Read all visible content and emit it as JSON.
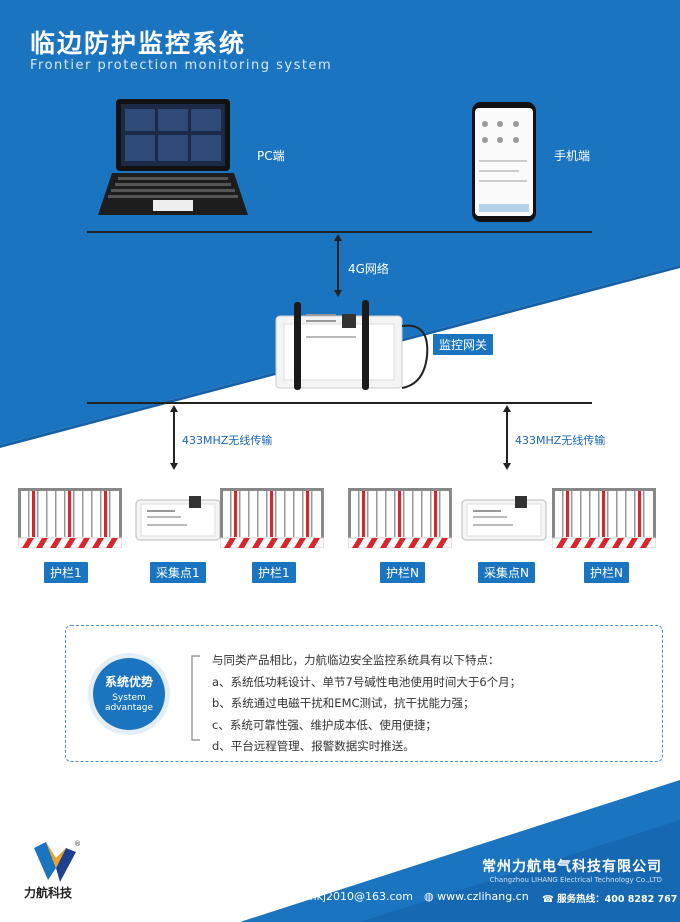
{
  "header": {
    "title": "临边防护监控系统",
    "subtitle": "Frontier protection monitoring system"
  },
  "devices": {
    "pc_label": "PC端",
    "phone_label": "手机端",
    "network_label": "4G网络",
    "gateway_label": "监控网关",
    "wireless_left": "433MHZ无线传输",
    "wireless_right": "433MHZ无线传输"
  },
  "nodes": [
    {
      "label": "护栏1"
    },
    {
      "label": "采集点1"
    },
    {
      "label": "护栏1"
    },
    {
      "label": "护栏N"
    },
    {
      "label": "采集点N"
    },
    {
      "label": "护栏N"
    }
  ],
  "advantages": {
    "badge_cn": "系统优势",
    "badge_en_1": "System",
    "badge_en_2": "advantage",
    "intro": "与同类产品相比，力航临边安全监控系统具有以下特点：",
    "items": [
      "a、系统低功耗设计、单节7号碱性电池使用时间大于6个月；",
      "b、系统通过电磁干扰和EMC测试，抗干扰能力强；",
      "c、系统可靠性强、维护成本低、使用便捷；",
      "d、平台远程管理、报警数据实时推送。"
    ]
  },
  "footer": {
    "logo_text": "力航科技",
    "company": "常州力航电气科技有限公司",
    "company_en": "Changzhou LIHANG Electrical Technology Co.,LTD",
    "email": "czlhkj2010@163.com",
    "website": "www.czlihang.cn",
    "hotline_label": "服务热线：",
    "hotline": "400 8282 767"
  },
  "colors": {
    "brand_blue": "#1a74c0",
    "dark_blue": "#1560a8",
    "stripe_red": "#d8262c"
  }
}
